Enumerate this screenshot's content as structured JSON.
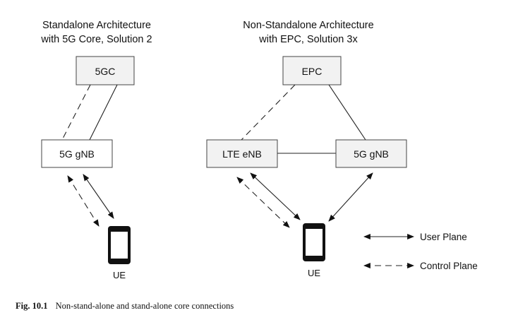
{
  "left_panel": {
    "title_line1": "Standalone Architecture",
    "title_line2": "with 5G Core, Solution 2",
    "core_label": "5GC",
    "gnb_label": "5G gNB",
    "ue_label": "UE"
  },
  "right_panel": {
    "title_line1": "Non-Standalone Architecture",
    "title_line2": "with EPC, Solution 3x",
    "core_label": "EPC",
    "enb_label": "LTE eNB",
    "gnb_label": "5G gNB",
    "ue_label": "UE"
  },
  "legend": {
    "user_plane": "User Plane",
    "control_plane": "Control Plane"
  },
  "caption": {
    "label": "Fig. 10.1",
    "text": "Non-stand-alone and stand-alone core connections"
  }
}
